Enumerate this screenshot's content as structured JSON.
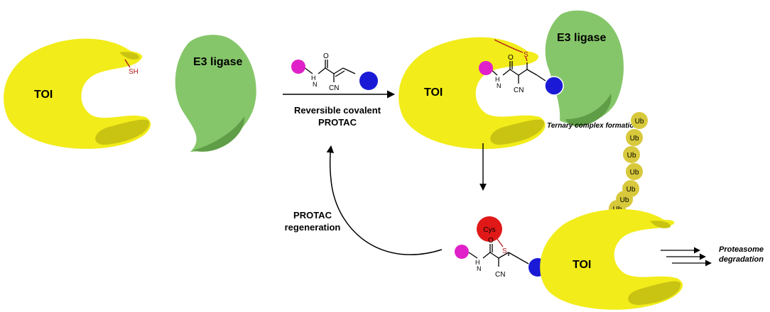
{
  "labels": {
    "toi_1": "TOI",
    "toi_2": "TOI",
    "toi_3": "TOI",
    "e3_1": "E3 ligase",
    "e3_2": "E3 ligase",
    "sh": "SH",
    "reaction_1": "Reversible covalent",
    "reaction_2": "PROTAC",
    "ternary": "Ternary complex formation",
    "regen_1": "PROTAC",
    "regen_2": "regeneration",
    "proteasome_1": "Proteasome",
    "proteasome_2": "degradation",
    "cys": "Cys",
    "ub": [
      "Ub",
      "Ub",
      "Ub",
      "Ub",
      "Ub",
      "Ub",
      "Ub"
    ]
  },
  "atoms": {
    "molecule_1": {
      "o": "O",
      "h": "H",
      "n": "N",
      "cn": "CN"
    },
    "molecule_2": {
      "o": "O",
      "h": "H",
      "n": "N",
      "cn": "CN",
      "s": "S"
    },
    "molecule_3": {
      "o": "O",
      "h": "H",
      "n": "N",
      "cn": "CN",
      "s": "S"
    }
  },
  "colors": {
    "toi": "#f2ec1a",
    "toi_shadow": "#c9c412",
    "e3": "#86c66a",
    "e3_shadow": "#5f9e47",
    "magenta": "#e020c8",
    "blue": "#1a1ad6",
    "red": "#e01818",
    "ub": "#d7c93b",
    "sulfur": "#b01a1a"
  }
}
